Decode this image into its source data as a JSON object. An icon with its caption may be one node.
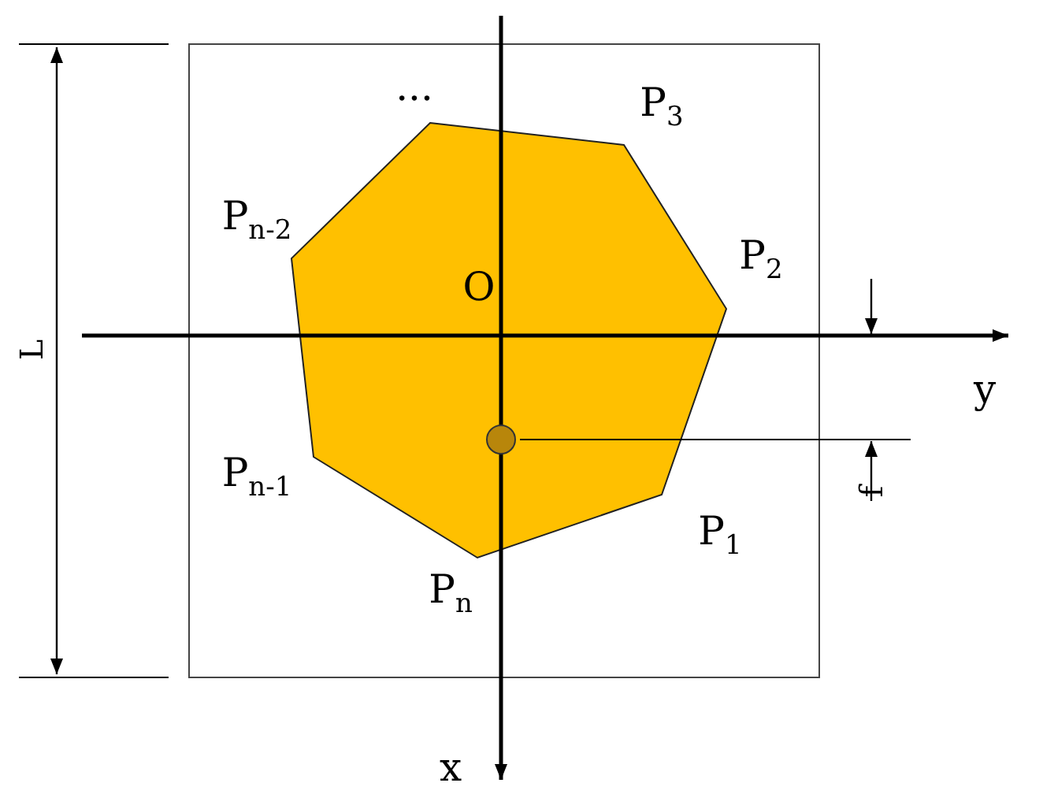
{
  "diagram": {
    "labels": [
      "...",
      "P$_{3}$",
      "P$_{n-2}$",
      "P$_{2}$",
      "O",
      "y",
      "L",
      "P$_{n-1}$",
      "f",
      "P$_{1}$",
      "P$_{n}$",
      "x"
    ]
  }
}
